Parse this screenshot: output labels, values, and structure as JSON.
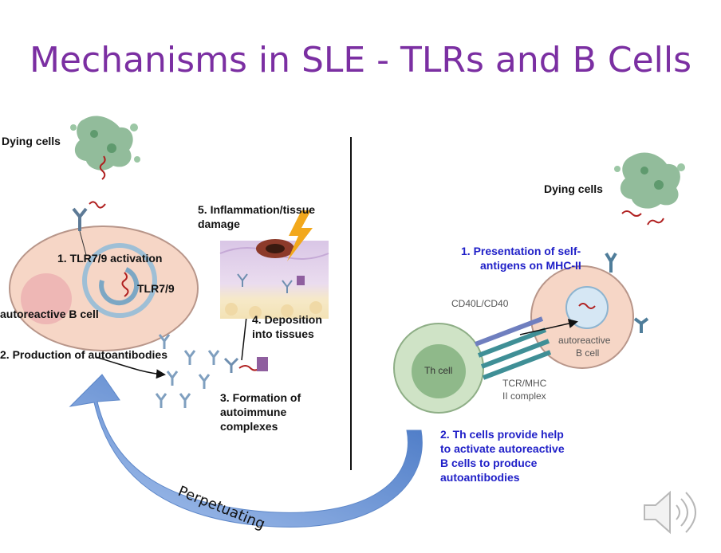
{
  "title": "Mechanisms in SLE - TLRs and B Cells",
  "left": {
    "dying_cells": "Dying cells",
    "tlr_activation": "1. TLR7/9 activation",
    "tlr": "TLR7/9",
    "autoreactive_b_cell": "autoreactive B cell",
    "production": "2. Production of autoantibodies",
    "inflammation_line1": "5. Inflammation/tissue",
    "inflammation_line2": "damage",
    "deposition_line1": "4. Deposition",
    "deposition_line2": "into tissues",
    "formation_line1": "3. Formation of",
    "formation_line2": "autoimmune",
    "formation_line3": "complexes"
  },
  "right": {
    "dying_cells": "Dying cells",
    "presentation_line1": "1. Presentation of self-",
    "presentation_line2": "antigens on MHC-II",
    "cd40": "CD40L/CD40",
    "autoreactive_line1": "autoreactive",
    "autoreactive_line2": "B cell",
    "th_cell": "Th cell",
    "tcr_line1": "TCR/MHC",
    "tcr_line2": "II complex",
    "help_line1": "2. Th cells provide help",
    "help_line2": "to activate autoreactive",
    "help_line3": "B cells to produce",
    "help_line4": "autoantibodies"
  },
  "cycle_label": "Perpetuating",
  "colors": {
    "title": "#7b2fa2",
    "blue_text": "#2020c8",
    "arrow": "#4a78c8"
  },
  "icons": {
    "speaker": "speaker-icon"
  }
}
